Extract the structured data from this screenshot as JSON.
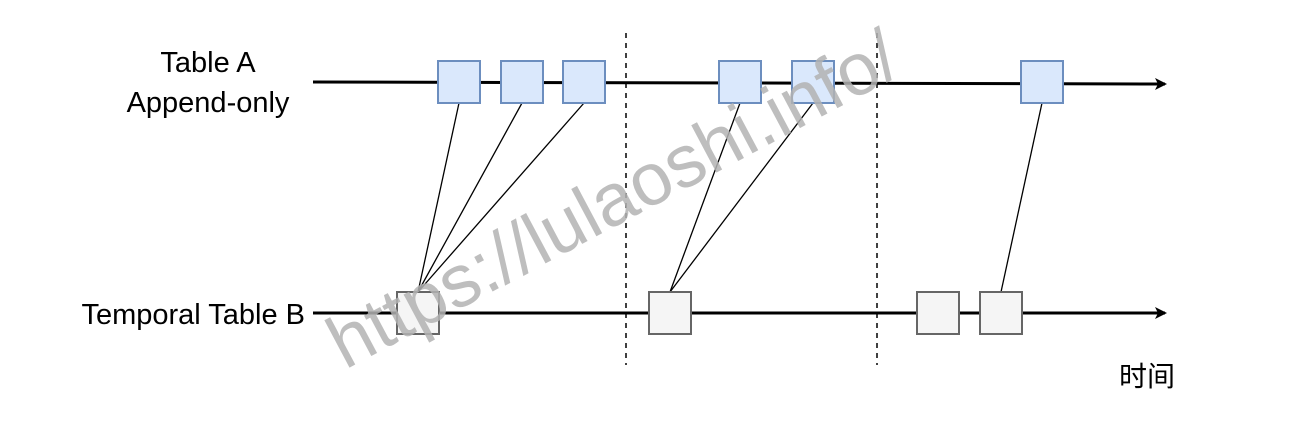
{
  "labels": {
    "table_a_line1": "Table A",
    "table_a_line2": "Append-only",
    "table_b": "Temporal Table B",
    "time_axis": "时间",
    "watermark": "https://lulaoshi.info/"
  },
  "colors": {
    "table_a_fill": "#dae8fc",
    "table_a_stroke": "#6c8ebf",
    "table_b_fill": "#f5f5f5",
    "table_b_stroke": "#666666",
    "line": "#000000"
  },
  "table_a_event_count": 6,
  "table_b_version_count": 4
}
